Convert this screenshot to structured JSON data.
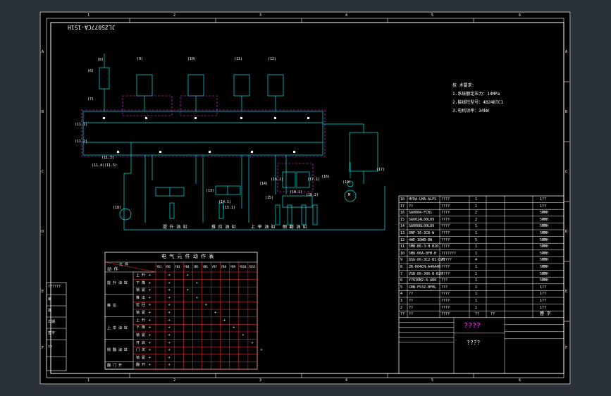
{
  "drawing_code": "JLZS077CA-151H",
  "zones_top": [
    "1",
    "2",
    "3",
    "4",
    "5",
    "6"
  ],
  "zones_side": [
    "A",
    "B",
    "C",
    "D",
    "E",
    "F"
  ],
  "tech_req": {
    "heading": "技 术要求：",
    "lines": [
      "1.系统额定压力：14MPa",
      "2.接线柱型号：4B24BTC1",
      "3.电机功率：34kW"
    ]
  },
  "left_block": [
    "??????",
    "审",
    "批",
    "日期",
    "签字",
    "??"
  ],
  "circuit_labels": [
    "(6)",
    "(7)",
    "(8)",
    "(9)",
    "(10)",
    "(11)",
    "(12)",
    "(13)",
    "(14)",
    "(15)",
    "(16)",
    "(17)",
    "(18)",
    "(19)",
    "(11.1)",
    "(11.2)",
    "(11.3)",
    "(11.4)",
    "(11.5)",
    "(14.1)",
    "(15.1)",
    "(16.1)",
    "(17.1)",
    "(10.1)",
    "(10.2)",
    "M"
  ],
  "function_labels": [
    "提 升 油 缸",
    "推 拉 油 缸",
    "上 举 油 缸",
    "侧 翻 油 缸"
  ],
  "elec_table": {
    "title": "电 气 元 件 动 作 表",
    "corner_top": "元 件",
    "corner_bottom": "动 作",
    "columns": [
      "YB1",
      "YB2",
      "YB3",
      "YB4",
      "YB5",
      "YB6",
      "YB7",
      "YB8",
      "YB9",
      "YB10",
      "YB11"
    ],
    "groups": [
      {
        "name": "提 升 油 缸",
        "rows": [
          "上 升",
          "下 降",
          "锁 紧"
        ]
      },
      {
        "name": "推 拉",
        "rows": [
          "推 出",
          "拉 回",
          "锁 紧"
        ]
      },
      {
        "name": "上 举 油 缸",
        "rows": [
          "上 升",
          "下 降",
          "锁 紧"
        ]
      },
      {
        "name": "侧 翻 油 缸",
        "rows": [
          "开 启",
          "门 关",
          "锁 紧"
        ]
      },
      {
        "name": "翻 门 开",
        "rows": [
          "翻 开"
        ]
      }
    ],
    "marks": [
      [
        1,
        "+",
        0
      ],
      [
        1,
        "+",
        1
      ],
      [
        1,
        "+",
        2
      ],
      [
        1,
        "+",
        3
      ],
      [
        1,
        "+",
        4
      ],
      [
        1,
        "+",
        5
      ],
      [
        1,
        "+",
        6
      ],
      [
        1,
        "+",
        7
      ],
      [
        1,
        "+",
        8
      ],
      [
        1,
        "+",
        9
      ],
      [
        1,
        "+",
        10
      ],
      [
        1,
        "+",
        11
      ],
      [
        1,
        "+",
        12
      ],
      [
        3,
        "+",
        2
      ],
      [
        4,
        "+",
        3
      ],
      [
        5,
        "+",
        4
      ],
      [
        6,
        "+",
        5
      ],
      [
        7,
        "+",
        6
      ],
      [
        8,
        "+",
        7
      ],
      [
        9,
        "+",
        8
      ],
      [
        10,
        "+",
        9
      ],
      [
        11,
        "+",
        10
      ],
      [
        3,
        "+",
        0
      ],
      [
        4,
        "+",
        1
      ]
    ]
  },
  "bom": {
    "rows": [
      [
        "18",
        "HYDA-LMA-ALPS",
        "????",
        "1",
        "",
        "1??"
      ],
      [
        "17",
        "??",
        "????",
        "1",
        "",
        "1??"
      ],
      [
        "16",
        "SA0004-FCB1",
        "????",
        "2",
        "",
        "5MMH"
      ],
      [
        "15",
        "SA0024L00L09",
        "????",
        "2",
        "",
        "5MMH"
      ],
      [
        "14",
        "SA0006L00L09",
        "????",
        "1",
        "",
        "5MMH"
      ],
      [
        "13",
        "DNP-16-3CB-W",
        "????",
        "1",
        "",
        "5MMH"
      ],
      [
        "12",
        "4WE-10WB-BW",
        "????",
        "5",
        "",
        "5MMH"
      ],
      [
        "11",
        "5MB-B6-3-H-B20",
        "????",
        "1",
        "",
        "5MMH"
      ],
      [
        "10",
        "5M8-06A-BFM-H",
        "???????",
        "1",
        "",
        "5MMH"
      ],
      [
        "9",
        "DSG-06-3C2-B1-D20",
        "?????",
        "4",
        "",
        "5MMH"
      ],
      [
        "8",
        "ZR-H04CN-A40A4B",
        "????",
        "1",
        "",
        "5MMH"
      ],
      [
        "7",
        "VSB-06-306-B-B20",
        "????",
        "1",
        "",
        "5MMH"
      ],
      [
        "6",
        "Y7630M2-6-AB0",
        "???",
        "1",
        "",
        "5MMH"
      ],
      [
        "5",
        "CBN-F532-BFHL",
        "???",
        "1",
        "",
        "1??"
      ],
      [
        "4",
        "??",
        "????",
        "1",
        "",
        "1??"
      ],
      [
        "3",
        "??",
        "????",
        "1",
        "",
        "1??"
      ],
      [
        "2",
        "??",
        "????",
        "1",
        "",
        "1??"
      ],
      [
        "??",
        "??",
        "????",
        "??",
        "??",
        "??"
      ]
    ],
    "title_main": "????",
    "title_sub": "????",
    "signature": "签 字"
  }
}
